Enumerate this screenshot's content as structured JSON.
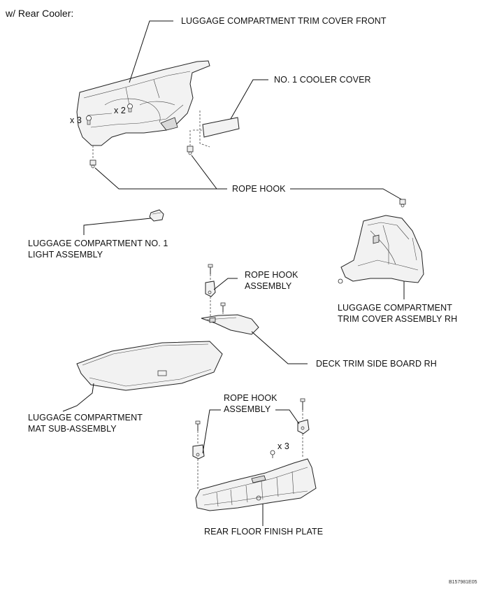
{
  "header": "w/ Rear Cooler:",
  "labels": {
    "trim_cover_front": "LUGGAGE COMPARTMENT TRIM COVER FRONT",
    "cooler_cover": "NO. 1 COOLER COVER",
    "qty_x2": "x 2",
    "qty_x3_top": "x 3",
    "rope_hook": "ROPE HOOK",
    "light_assembly_1": "LUGGAGE COMPARTMENT NO. 1",
    "light_assembly_2": "LIGHT ASSEMBLY",
    "rope_hook_assembly_1a": "ROPE HOOK",
    "rope_hook_assembly_1b": "ASSEMBLY",
    "trim_cover_rh_1": "LUGGAGE COMPARTMENT",
    "trim_cover_rh_2": "TRIM COVER ASSEMBLY RH",
    "deck_trim": "DECK TRIM SIDE BOARD RH",
    "mat_1": "LUGGAGE COMPARTMENT",
    "mat_2": "MAT SUB-ASSEMBLY",
    "rope_hook_assembly_2a": "ROPE HOOK",
    "rope_hook_assembly_2b": "ASSEMBLY",
    "qty_x3_bottom": "x 3",
    "rear_floor_plate": "REAR FLOOR FINISH PLATE",
    "figure_code": "B157981E05"
  }
}
